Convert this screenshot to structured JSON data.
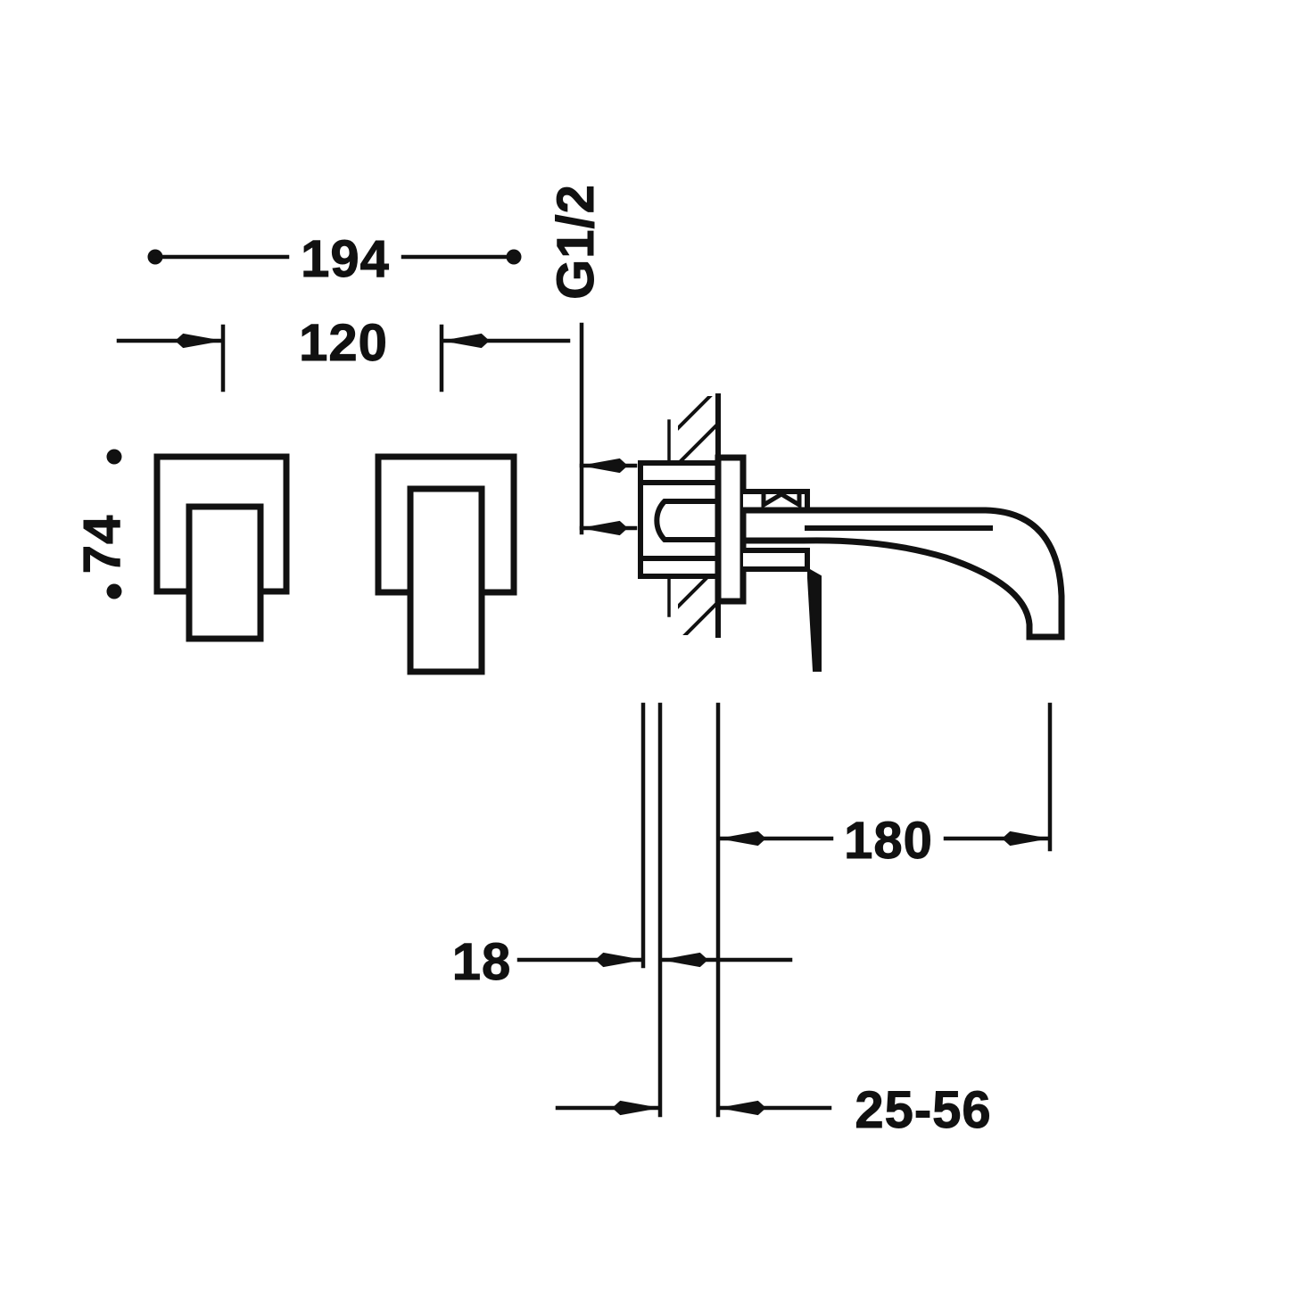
{
  "drawing": {
    "kind": "technical-dimension-drawing",
    "subject": "wall-mounted concealed basin mixer tap with two square lever handles and curved spout",
    "units": "mm",
    "line_color": "#111111",
    "background_color": "#ffffff"
  },
  "dimensions": {
    "overall_width": {
      "label": "194",
      "style": "dot-terminated",
      "orientation": "horizontal",
      "position": "top"
    },
    "handle_spacing": {
      "label": "120",
      "style": "arrow-inward",
      "orientation": "horizontal",
      "position": "top"
    },
    "thread_size": {
      "label": "G1/2",
      "style": "leader-with-two-arrows",
      "orientation": "vertical-text",
      "position": "top-right"
    },
    "plate_height": {
      "label": "74",
      "style": "dot-terminated",
      "orientation": "vertical-text",
      "position": "left"
    },
    "spout_projection": {
      "label": "180",
      "style": "arrow-outward",
      "orientation": "horizontal",
      "position": "bottom-right"
    },
    "flange_depth": {
      "label": "18",
      "style": "arrow-inward",
      "orientation": "horizontal",
      "position": "bottom-left"
    },
    "wall_thickness_range": {
      "label": "25-56",
      "style": "arrow-inward",
      "orientation": "horizontal",
      "position": "bottom"
    }
  },
  "parts": {
    "handle_left": "square-escutcheon-with-lever",
    "handle_right": "square-escutcheon-with-lever",
    "wall_section": "hatched-wall-cut",
    "inlet_body": "concealed-valve-body-with-g-half-connection",
    "spout": "curved-tubular-spout",
    "pop_up_rod": "vertical-lift-rod"
  }
}
